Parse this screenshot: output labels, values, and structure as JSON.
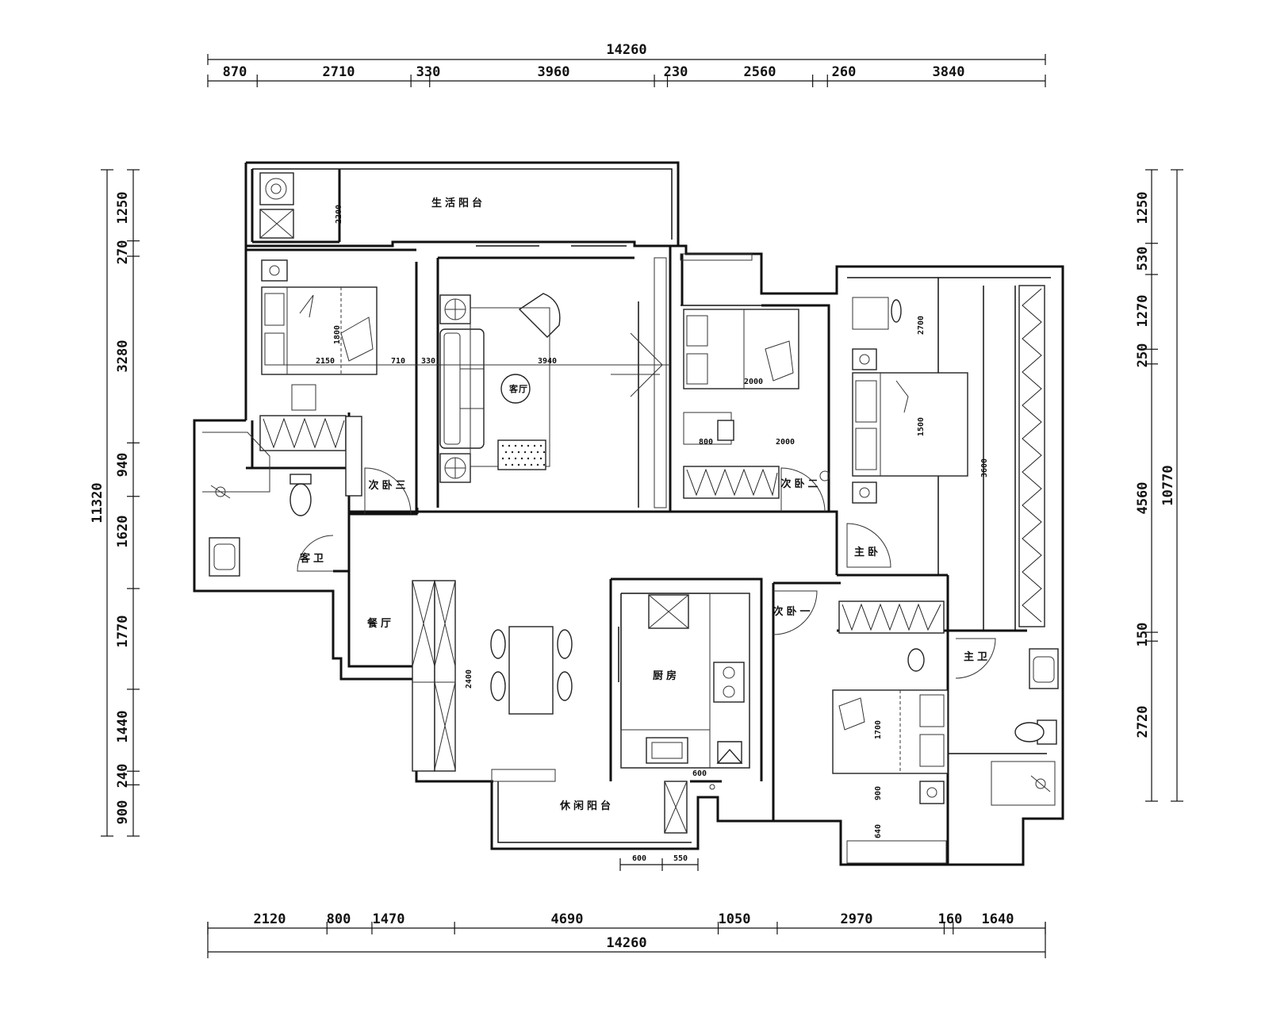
{
  "dimensions": {
    "top_total": "14260",
    "top": [
      "870",
      "2710",
      "330",
      "3960",
      "230",
      "2560",
      "260",
      "3840"
    ],
    "bottom_total": "14260",
    "bottom": [
      "2120",
      "800",
      "1470",
      "4690",
      "1050",
      "2970",
      "160",
      "1640"
    ],
    "left_total": "11320",
    "left": [
      "1250",
      "270",
      "3280",
      "940",
      "1620",
      "1770",
      "1440",
      "240",
      "900"
    ],
    "right_total": "10770",
    "right": [
      "1250",
      "530",
      "1270",
      "250",
      "4560",
      "150",
      "2720"
    ]
  },
  "rooms": {
    "living_balcony": "生活阳台",
    "living_room": "客厅",
    "bedroom_3": "次卧三",
    "bedroom_2": "次卧二",
    "bedroom_1": "次卧一",
    "master_bedroom": "主卧",
    "guest_bath": "客卫",
    "master_bath": "主卫",
    "dining": "餐厅",
    "kitchen": "厨房",
    "leisure_balcony": "休闲阳台"
  },
  "inner_dims": {
    "d_2200": "2200",
    "d_710": "710",
    "d_330": "330",
    "d_3940": "3940",
    "d_2150": "2150",
    "d_1800": "1800",
    "d_800": "800",
    "d_2000": "2000",
    "d_2700": "2700",
    "d_3600": "3600",
    "d_1500": "1500",
    "d_1700": "1700",
    "d_2400": "2400",
    "d_600a": "600",
    "d_600b": "600",
    "d_550": "550",
    "d_900": "900",
    "d_640": "640"
  }
}
